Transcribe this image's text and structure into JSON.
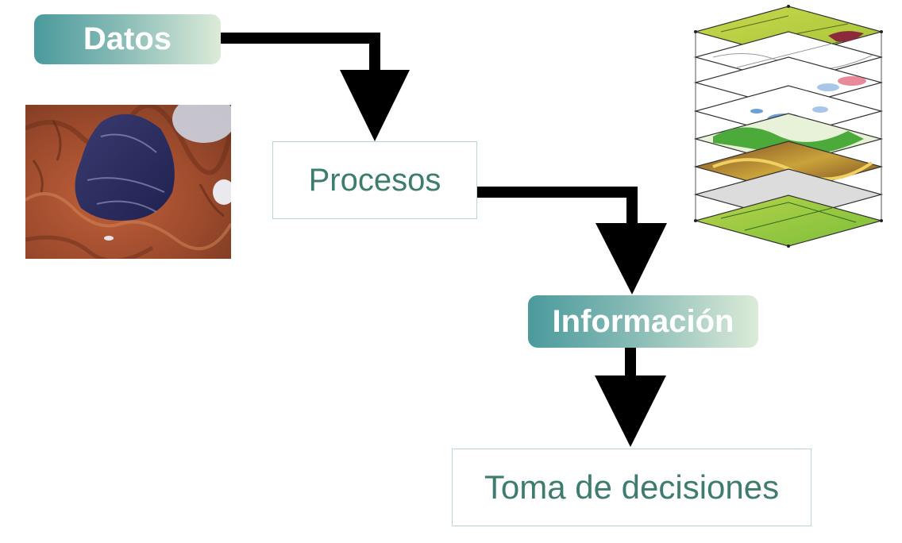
{
  "diagram": {
    "nodes": {
      "datos": "Datos",
      "procesos": "Procesos",
      "informacion": "Información",
      "toma_decisiones": "Toma de decisiones"
    },
    "edges": [
      {
        "from": "datos",
        "to": "procesos"
      },
      {
        "from": "procesos",
        "to": "informacion"
      },
      {
        "from": "informacion",
        "to": "toma_decisiones"
      }
    ],
    "images": [
      {
        "name": "satellite-lake-image",
        "description_icon": "satellite-image"
      },
      {
        "name": "gis-layers-image",
        "description_icon": "layered-maps"
      }
    ],
    "colors": {
      "pill_dark": "#4a9a9c",
      "pill_light": "#dcebd8",
      "box_text": "#3e7c70",
      "box_border": "#b9d8cc",
      "arrow": "#000000"
    }
  }
}
